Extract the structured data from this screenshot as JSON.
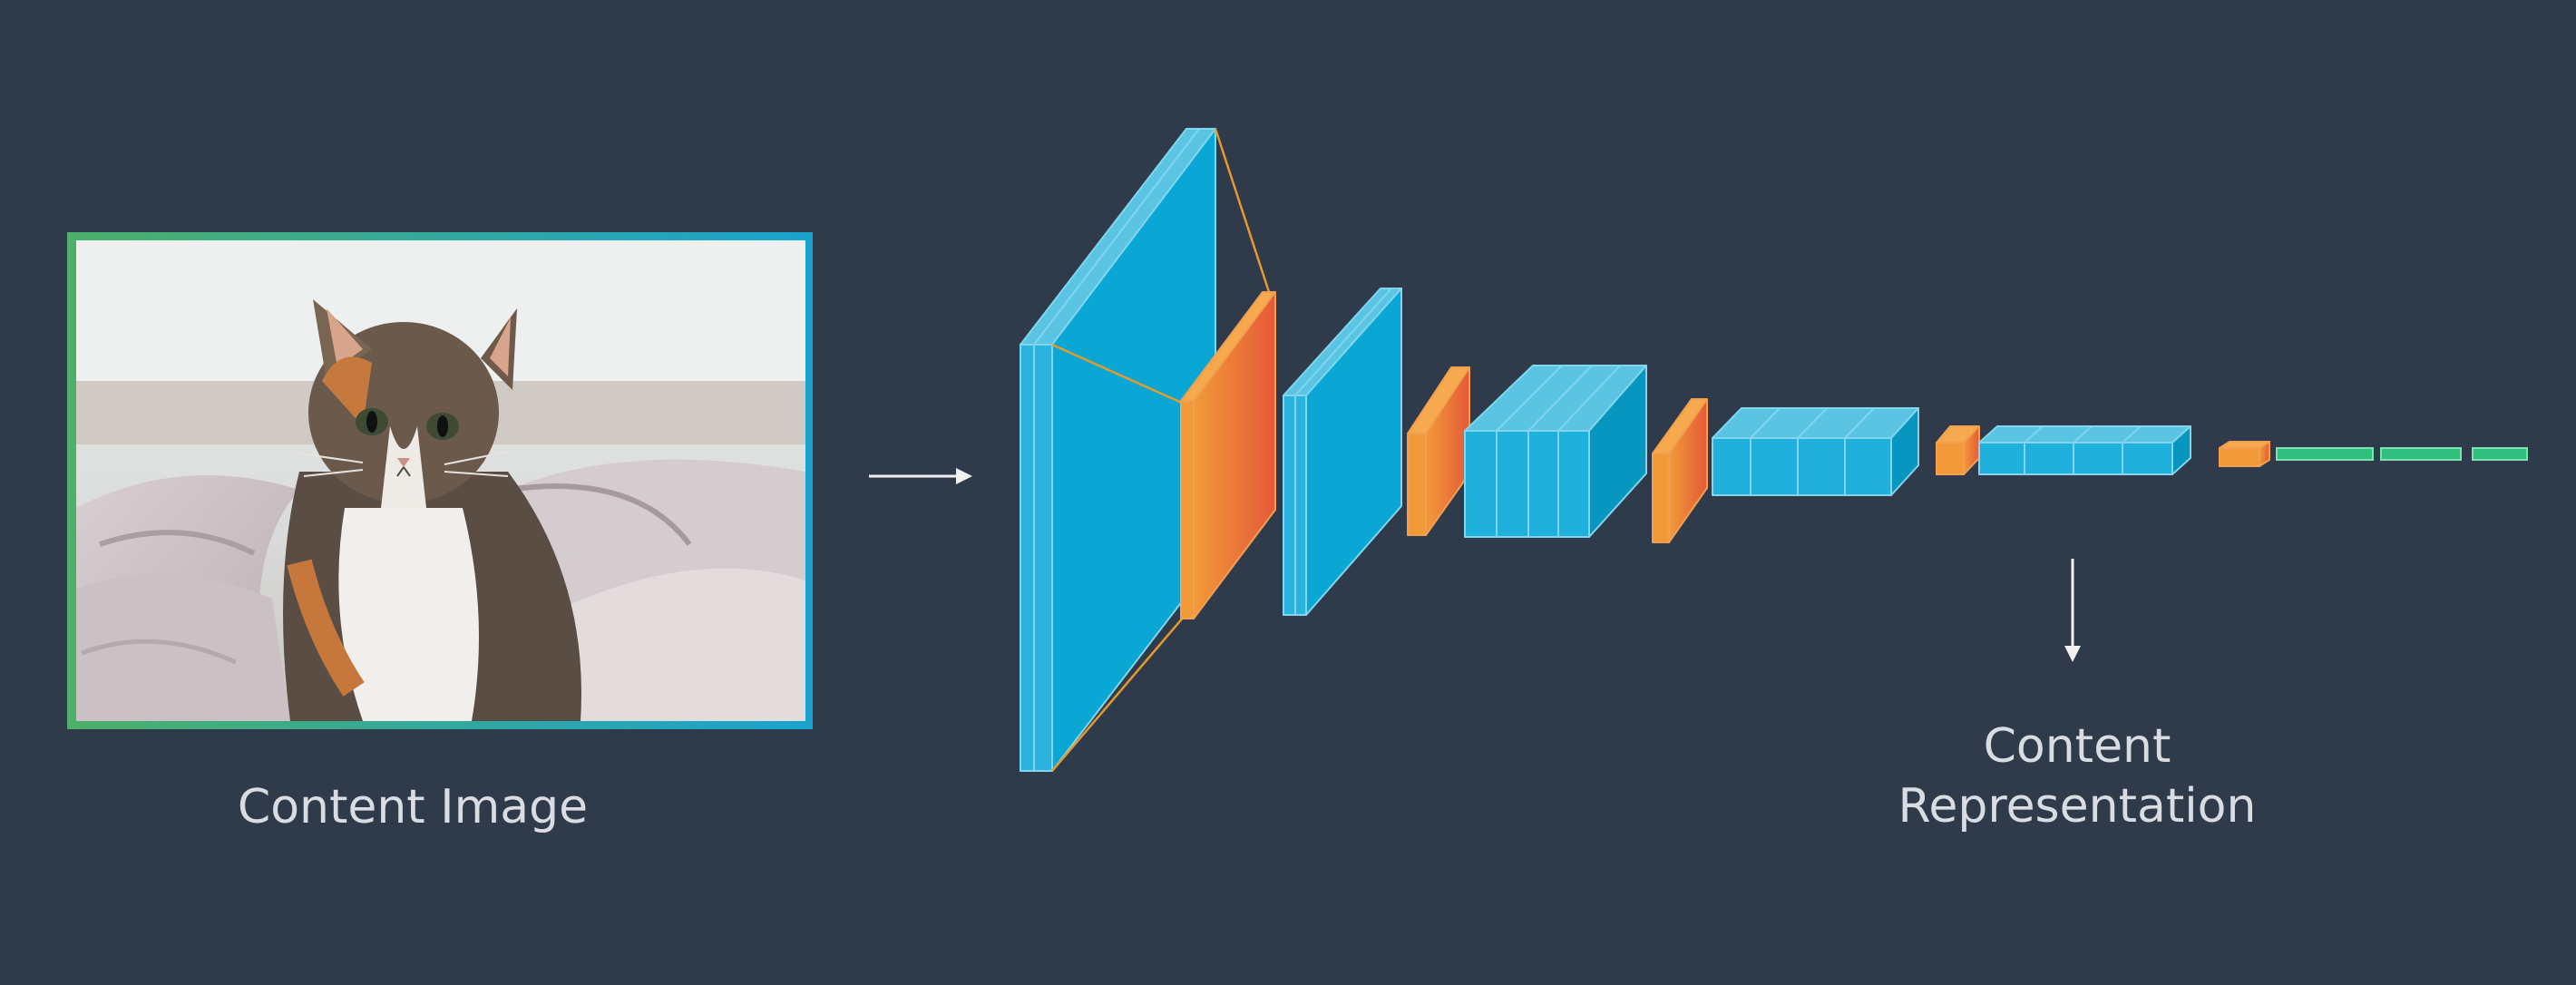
{
  "labels": {
    "content_image": "Content Image",
    "content_representation_line1": "Content",
    "content_representation_line2": "Representation"
  },
  "colors": {
    "background": "#2f3b4a",
    "conv_blue": "#0aa7d4",
    "conv_edge": "#7fd6ee",
    "pool_orange_light": "#f29a38",
    "pool_orange_dark": "#e45a37",
    "dense_green": "#2fbf7f",
    "frame_green": "#4caf6a",
    "frame_blue": "#19a3cf",
    "arrow": "#f2f2f2",
    "connector": "#e39a2e"
  },
  "icons": {
    "image": "cat-photo",
    "input_arrow": "arrow-right-icon",
    "output_arrow": "arrow-down-icon"
  }
}
